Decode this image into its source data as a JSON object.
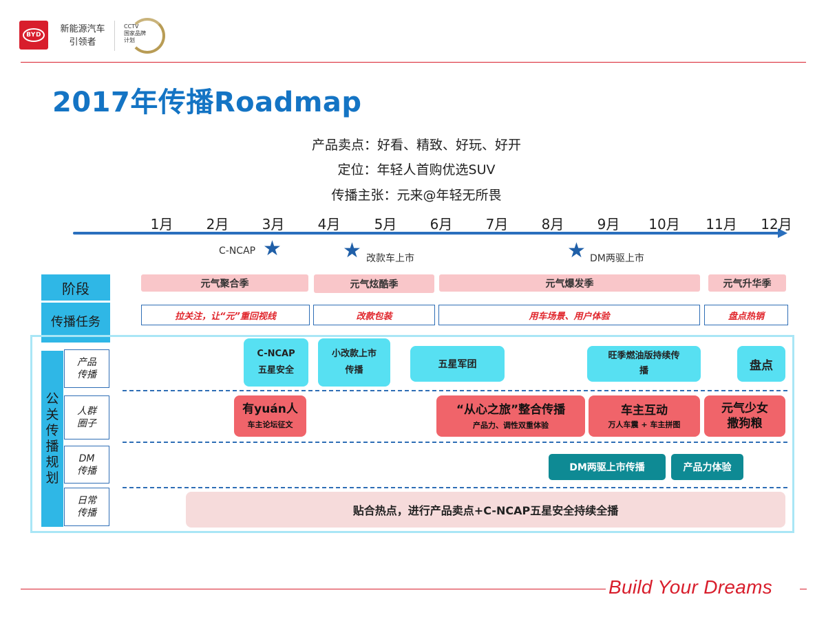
{
  "header": {
    "brand": "BYD",
    "tagline_1": "新能源汽车",
    "tagline_2": "引领者",
    "cctv_1": "CCTV",
    "cctv_2": "国家品牌",
    "cctv_3": "计划"
  },
  "title": "2017年传播Roadmap",
  "info": {
    "selling_points": "产品卖点：好看、精致、好玩、好开",
    "positioning": "定位：年轻人首购优选SUV",
    "slogan": "传播主张：元来@年轻无所畏"
  },
  "timeline": {
    "months": [
      "1月",
      "2月",
      "3月",
      "4月",
      "5月",
      "6月",
      "7月",
      "8月",
      "9月",
      "10月",
      "11月",
      "12月"
    ],
    "milestones": [
      "C-NCAP",
      "改款车上市",
      "DM两驱上市"
    ]
  },
  "rows": {
    "stage_label": "阶段",
    "task_label": "传播任务",
    "plan_label": [
      "公",
      "关",
      "传",
      "播",
      "规",
      "划"
    ],
    "product_label": "产品\n传播",
    "crowd_label": "人群\n圈子",
    "dm_label": "DM\n传播",
    "daily_label": "日常\n传播"
  },
  "stages": [
    "元气聚合季",
    "元气炫酷季",
    "元气爆发季",
    "元气升华季"
  ],
  "tasks": [
    "拉关注，让“元”重回视线",
    "改款包装",
    "用车场景、用户体验",
    "盘点热销"
  ],
  "product": {
    "cncap_1": "C-NCAP",
    "cncap_2": "五星安全",
    "facelift_1": "小改款上市",
    "facelift_2": "传播",
    "army": "五星军团",
    "peak_1": "旺季燃油版持续传",
    "peak_2": "播",
    "review": "盘点"
  },
  "crowd": {
    "youyuan": "有yuán人",
    "youyuan_sub": "车主论坛征文",
    "journey": "“从心之旅”整合传播",
    "journey_sub": "产品力、调性双重体验",
    "owner": "车主互动",
    "owner_sub": "万人车震 + 车主拼图",
    "girl_1": "元气少女",
    "girl_2": "撒狗粮"
  },
  "dm": {
    "launch": "DM两驱上市传播",
    "experience": "产品力体验"
  },
  "daily": {
    "text": "贴合热点，进行产品卖点+C-NCAP五星安全持续全播"
  },
  "footer": {
    "slogan": "Build Your Dreams"
  }
}
